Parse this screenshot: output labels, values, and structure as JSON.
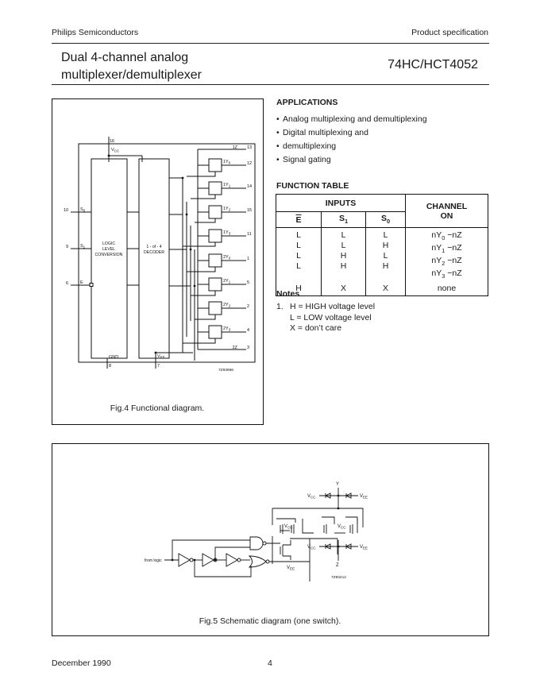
{
  "header": {
    "company": "Philips Semiconductors",
    "doc_type": "Product specification",
    "title_line1": "Dual 4-channel analog",
    "title_line2": "multiplexer/demultiplexer",
    "part_number": "74HC/HCT4052"
  },
  "applications": {
    "title": "APPLICATIONS",
    "items": [
      "Analog multiplexing and demultiplexing",
      "Digital multiplexing and",
      "demultiplexing",
      "Signal gating"
    ]
  },
  "function_table": {
    "title": "FUNCTION TABLE",
    "inputs_header": "INPUTS",
    "channel_header_line1": "CHANNEL",
    "channel_header_line2": "ON",
    "columns": [
      "E",
      "S",
      "S"
    ],
    "column_subscripts": [
      "",
      "1",
      "0"
    ],
    "rows": [
      {
        "E": "L",
        "S1": "L",
        "S0": "L",
        "channel": "nY",
        "sub": "0",
        "to": " −nZ"
      },
      {
        "E": "L",
        "S1": "L",
        "S0": "H",
        "channel": "nY",
        "sub": "1",
        "to": " −nZ"
      },
      {
        "E": "L",
        "S1": "H",
        "S0": "L",
        "channel": "nY",
        "sub": "2",
        "to": " −nZ"
      },
      {
        "E": "L",
        "S1": "H",
        "S0": "H",
        "channel": "nY",
        "sub": "3",
        "to": " −nZ"
      },
      {
        "E": "H",
        "S1": "X",
        "S0": "X",
        "channel": "none",
        "sub": "",
        "to": ""
      }
    ]
  },
  "notes": {
    "title": "Notes",
    "number": "1.",
    "lines": [
      "H = HIGH voltage level",
      "L = LOW voltage level",
      "X =  don’t care"
    ]
  },
  "fig4": {
    "caption": "Fig.4  Functional diagram.",
    "ref": "7Z93966",
    "block1_lines": [
      "LOGIC",
      "LEVEL",
      "CONVERSION"
    ],
    "block2_lines": [
      "1 - of - 4",
      "DECODER"
    ],
    "vcc_pin": "16",
    "vcc_label": "V",
    "vcc_sub": "CC",
    "gnd_label": "GND",
    "gnd_pin": "8",
    "vee_label": "V",
    "vee_sub": "EE",
    "vee_pin": "7",
    "inputs": [
      {
        "pin": "10",
        "label": "S",
        "sub": "0"
      },
      {
        "pin": "9",
        "label": "S",
        "sub": "1"
      },
      {
        "pin": "6",
        "label": "E",
        "sub": ""
      }
    ],
    "outputs": [
      {
        "label": "1Z",
        "sub": "",
        "pin": "13"
      },
      {
        "label": "1Y",
        "sub": "0",
        "pin": "12"
      },
      {
        "label": "1Y",
        "sub": "1",
        "pin": "14"
      },
      {
        "label": "1Y",
        "sub": "2",
        "pin": "15"
      },
      {
        "label": "1Y",
        "sub": "3",
        "pin": "11"
      },
      {
        "label": "2Y",
        "sub": "0",
        "pin": "1"
      },
      {
        "label": "2Y",
        "sub": "1",
        "pin": "5"
      },
      {
        "label": "2Y",
        "sub": "2",
        "pin": "2"
      },
      {
        "label": "2Y",
        "sub": "3",
        "pin": "4"
      },
      {
        "label": "2Z",
        "sub": "",
        "pin": "3"
      }
    ]
  },
  "fig5": {
    "caption": "Fig.5  Schematic diagram (one switch).",
    "ref": "7Z93212",
    "from_logic": "from logic",
    "y_label": "Y",
    "z_label": "Z",
    "vcc": "V",
    "vcc_sub": "CC",
    "vee": "V",
    "vee_sub": "EE"
  },
  "footer": {
    "date": "December 1990",
    "page": "4"
  }
}
